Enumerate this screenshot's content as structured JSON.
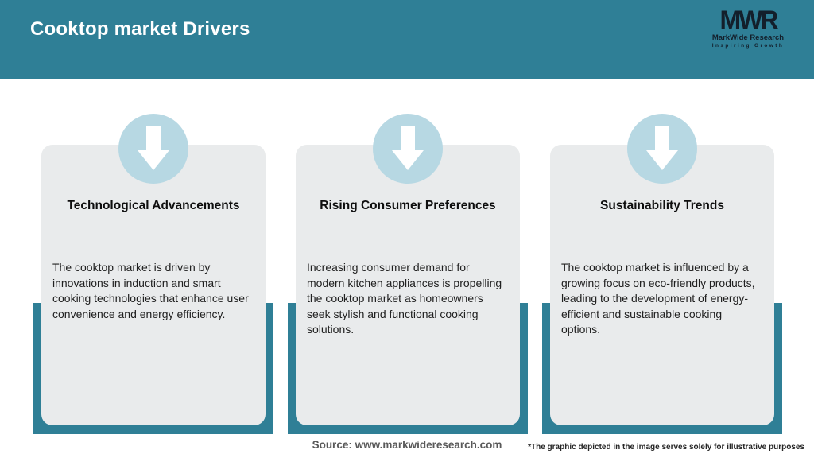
{
  "header": {
    "title": "Cooktop market Drivers"
  },
  "logo": {
    "monogram": "MWR",
    "name": "MarkWide Research",
    "tagline": "Inspiring Growth"
  },
  "cards": [
    {
      "icon": "down-arrow-icon",
      "title": "Technological Advancements",
      "body": "The cooktop market is driven by innovations in induction and smart cooking technologies that enhance user convenience and energy efficiency."
    },
    {
      "icon": "down-arrow-icon",
      "title": "Rising Consumer Preferences",
      "body": "Increasing consumer demand for modern kitchen appliances is propelling the cooktop market as homeowners seek stylish and functional cooking solutions."
    },
    {
      "icon": "down-arrow-icon",
      "title": "Sustainability Trends",
      "body": "The cooktop market is influenced by a growing focus on eco-friendly products, leading to the development of energy-efficient and sustainable cooking options."
    }
  ],
  "footer": {
    "source": "Source: www.markwideresearch.com",
    "disclaimer": "*The graphic depicted in the image serves solely for illustrative purposes"
  },
  "colors": {
    "header_bg": "#2f7f96",
    "panel_teal": "#2f7f96",
    "card_bg": "#e9ebec",
    "icon_circle_bg": "#b7d8e3",
    "arrow_fill": "#ffffff",
    "logo_dark": "#131f2b",
    "title_text": "#ffffff",
    "heading_text": "#0e0e0e",
    "body_text": "#212121",
    "source_text": "#595959",
    "disclaimer_text": "#262626"
  }
}
